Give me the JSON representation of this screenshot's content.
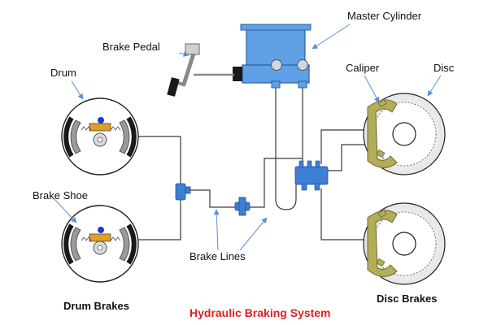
{
  "title": "Hydraulic Braking System",
  "title_color": "#e02020",
  "labels": {
    "master_cylinder": "Master Cylinder",
    "brake_pedal": "Brake Pedal",
    "drum": "Drum",
    "brake_shoe": "Brake Shoe",
    "brake_lines": "Brake Lines",
    "caliper": "Caliper",
    "disc": "Disc"
  },
  "captions": {
    "drum_brakes": "Drum Brakes",
    "disc_brakes": "Disc Brakes"
  },
  "colors": {
    "reservoir": "#5fa0e6",
    "valve_blue": "#3d7fd4",
    "caliper": "#b3ad5a",
    "leader": "#5b8fd6",
    "shoe_gray": "#9a9a9a"
  }
}
